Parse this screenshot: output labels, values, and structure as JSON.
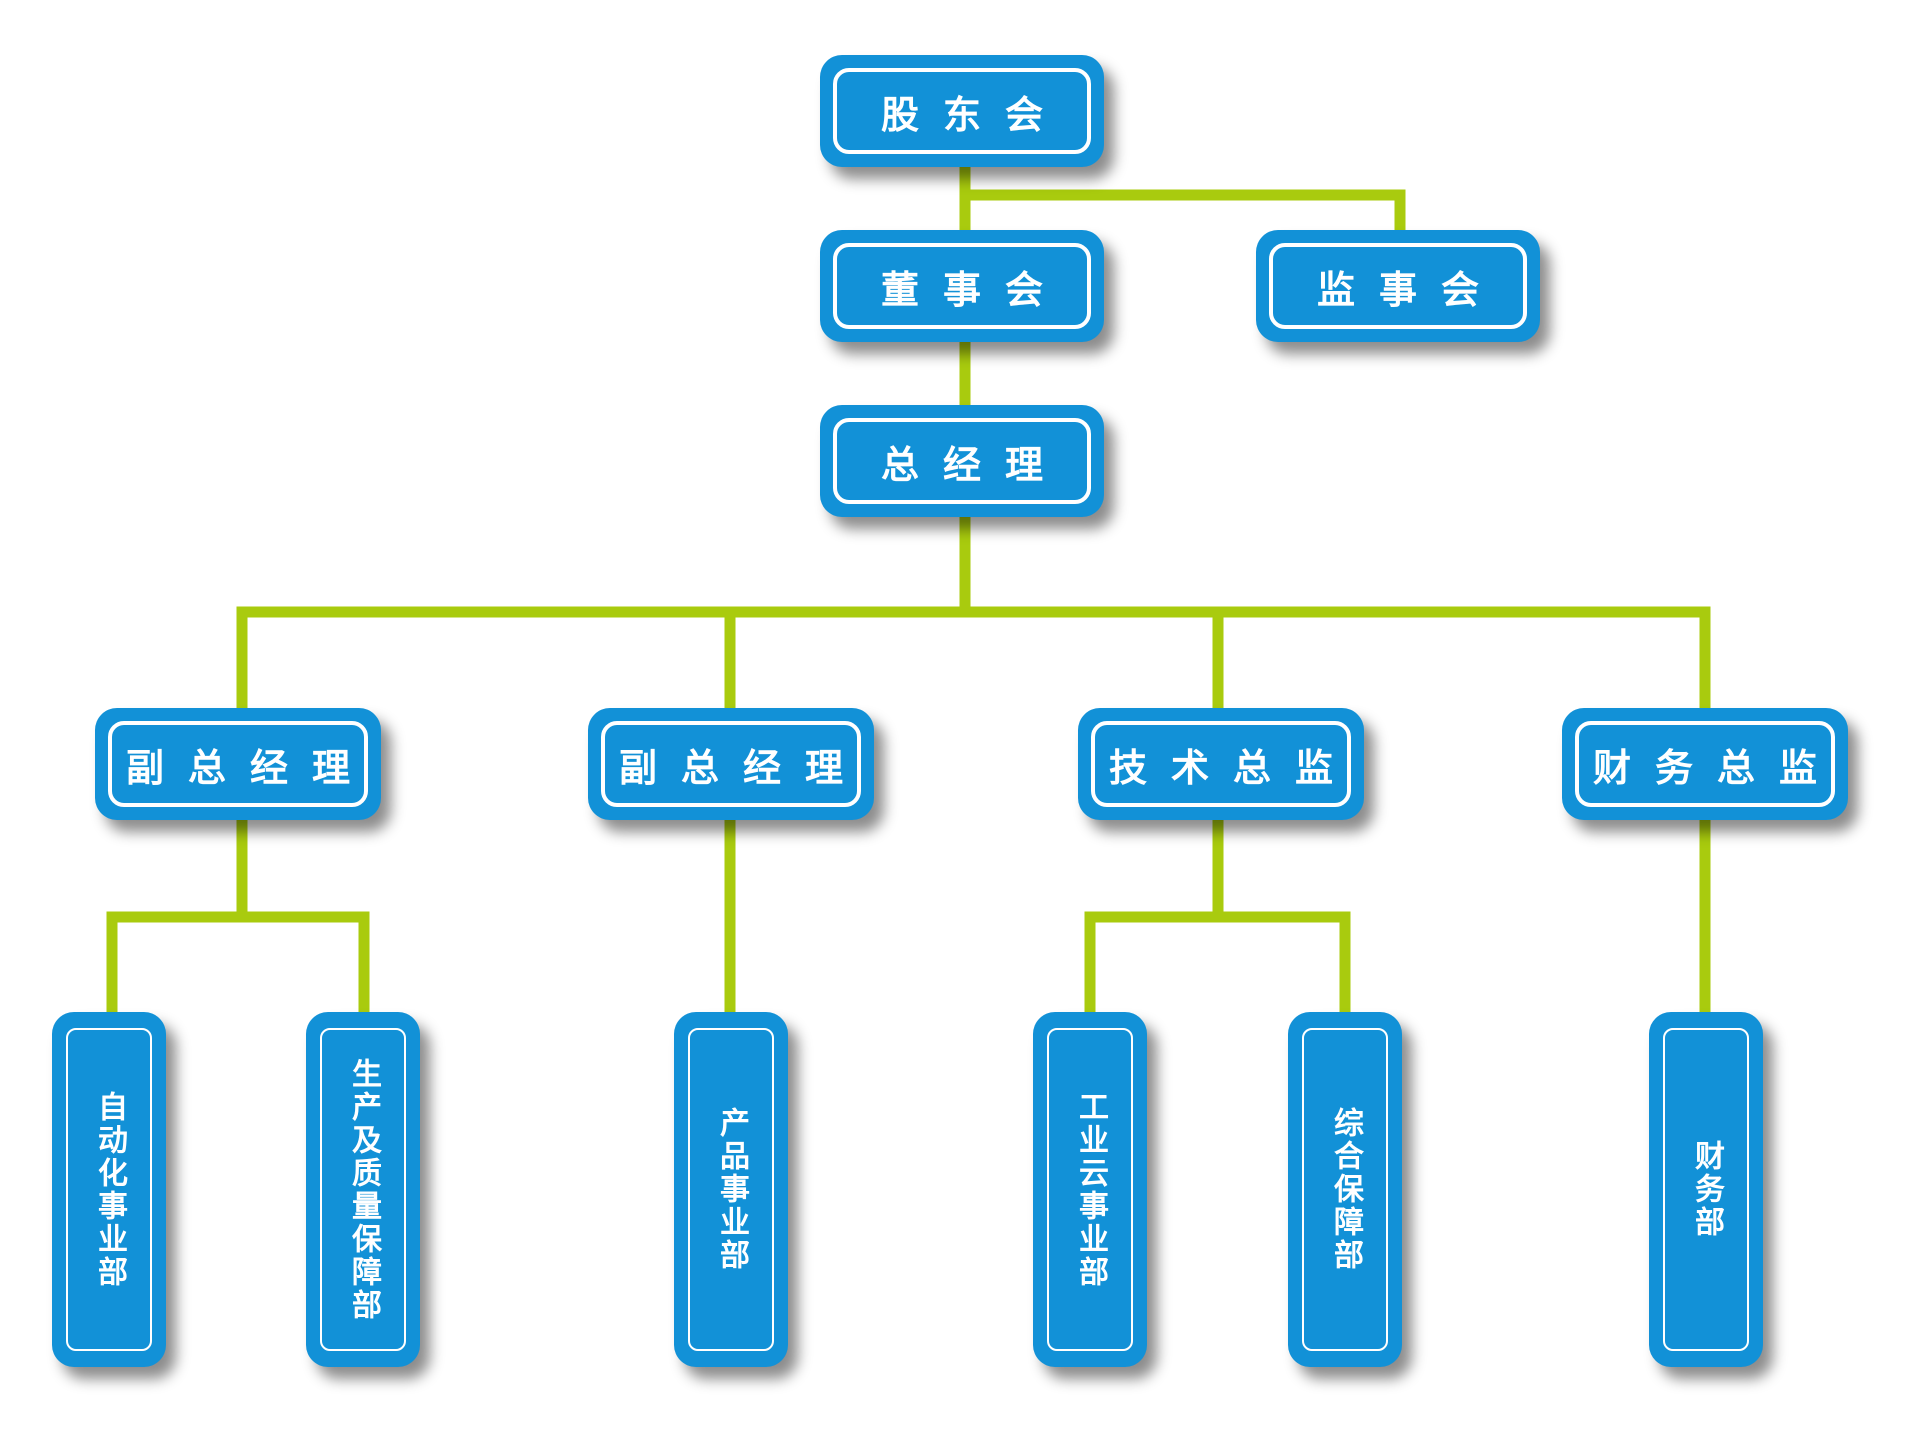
{
  "colors": {
    "box": "#1291d7",
    "border": "#ffffff",
    "connector": "#a9cb0e"
  },
  "nodes": {
    "shareholders": "股东会",
    "board": "董事会",
    "supervisors": "监事会",
    "gm": "总经理",
    "vgm1": "副总经理",
    "vgm2": "副总经理",
    "cto": "技术总监",
    "cfo": "财务总监",
    "automation": "自动化事业部",
    "production_quality": "生产及质量保障部",
    "product": "产品事业部",
    "industrial_cloud": "工业云事业部",
    "general_support": "综合保障部",
    "finance": "财务部"
  }
}
